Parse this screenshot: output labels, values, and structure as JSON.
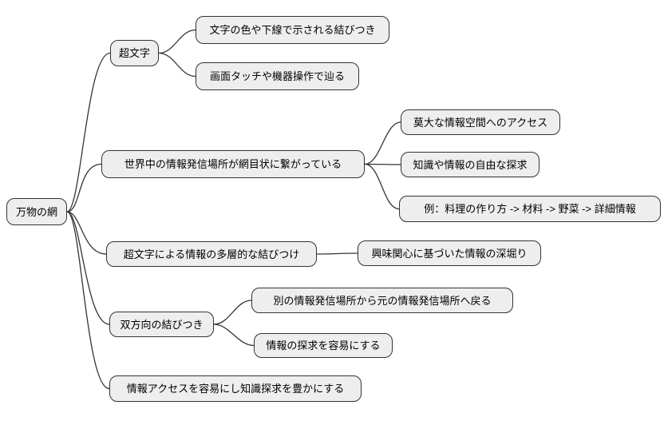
{
  "diagram": {
    "type": "mindmap",
    "colors": {
      "background": "#ffffff",
      "node_fill": "#eeeeee",
      "node_border": "#333333",
      "edge": "#333333",
      "text": "#000000"
    },
    "root": {
      "label": "万物の網",
      "branches": [
        {
          "label": "超文字",
          "children": [
            "文字の色や下線で示される結びつき",
            "画面タッチや機器操作で辿る"
          ]
        },
        {
          "label": "世界中の情報発信場所が網目状に繋がっている",
          "children": [
            "莫大な情報空間へのアクセス",
            "知識や情報の自由な探求",
            "例：料理の作り方 -> 材料 -> 野菜 -> 詳細情報"
          ]
        },
        {
          "label": "超文字による情報の多層的な結びつけ",
          "children": [
            "興味関心に基づいた情報の深堀り"
          ]
        },
        {
          "label": "双方向の結びつき",
          "children": [
            "別の情報発信場所から元の情報発信場所へ戻る",
            "情報の探求を容易にする"
          ]
        },
        {
          "label": "情報アクセスを容易にし知識探求を豊かにする",
          "children": []
        }
      ]
    }
  }
}
